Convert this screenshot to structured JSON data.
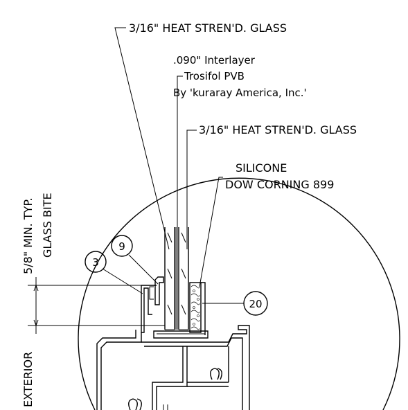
{
  "labels": {
    "glass_outer": "3/16\" HEAT STREN'D. GLASS",
    "interlayer_1": ".090\" Interlayer",
    "interlayer_2": "Trosifol PVB",
    "interlayer_3": "By 'kuraray America, Inc.'",
    "glass_inner": "3/16\" HEAT STREN'D. GLASS",
    "silicone_1": "SILICONE",
    "silicone_2": "DOW CORNING 899",
    "bite_dim": "5/8\" MIN. TYP.",
    "bite_label": "GLASS BITE",
    "exterior": "EXTERIOR"
  },
  "callouts": {
    "c3": "3",
    "c9": "9",
    "c20": "20"
  }
}
